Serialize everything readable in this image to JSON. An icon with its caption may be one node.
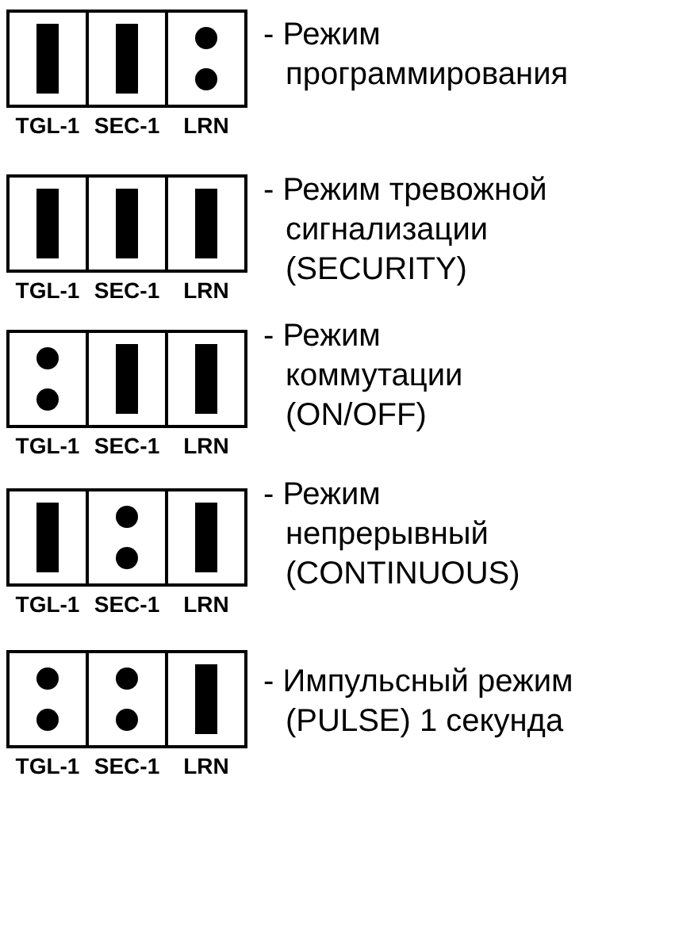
{
  "diagram": {
    "nodes": [
      {
        "text": [
          "TGL-1"
        ]
      },
      {
        "text": [],
        "shape": "bar",
        "in": 0
      },
      {
        "text": [
          "SEC-1"
        ]
      },
      {
        "text": [],
        "shape": "bar",
        "in": 2
      },
      {
        "text": [
          "LRN"
        ]
      },
      {
        "text": [],
        "shape": "dots",
        "in": 4
      },
      {
        "text": [
          "TGL-1"
        ]
      },
      {
        "text": [],
        "shape": "bar",
        "in": 6
      },
      {
        "text": [
          "SEC-1"
        ]
      },
      {
        "text": [],
        "shape": "bar",
        "in": 8
      },
      {
        "text": [
          "LRN"
        ]
      },
      {
        "text": [],
        "shape": "bar",
        "in": 10
      },
      {
        "text": [
          "TGL-1"
        ]
      },
      {
        "text": [],
        "shape": "dots",
        "in": 12
      },
      {
        "text": [
          "SEC-1"
        ]
      },
      {
        "text": [],
        "shape": "bar",
        "in": 14
      },
      {
        "text": [
          "LRN"
        ]
      },
      {
        "text": [],
        "shape": "bar",
        "in": 16
      },
      {
        "text": [
          "TGL-1"
        ]
      },
      {
        "text": [],
        "shape": "bar",
        "in": 18
      },
      {
        "text": [
          "SEC-1"
        ]
      },
      {
        "text": [],
        "shape": "dots",
        "in": 20
      },
      {
        "text": [
          "LRN"
        ]
      },
      {
        "text": [],
        "shape": "bar",
        "in": 22
      },
      {
        "text": [
          "TGL-1"
        ]
      },
      {
        "text": [],
        "shape": "dots",
        "in": 24
      },
      {
        "text": [
          "SEC-1"
        ]
      },
      {
        "text": [],
        "shape": "dots",
        "in": 26
      },
      {
        "text": [
          "LRN"
        ]
      },
      {
        "text": [],
        "shape": "bar",
        "in": 28
      }
    ],
    "labels": [
      "- Режим программирования",
      "- Режим тревожной сигнализации (SECURITY)",
      "- Режим коммутации (ON/OFF)",
      "- Режим непрерывный (CONTINUOUS)",
      "- Импульсный режим (PULSE) 1 секунда"
    ]
  }
}
